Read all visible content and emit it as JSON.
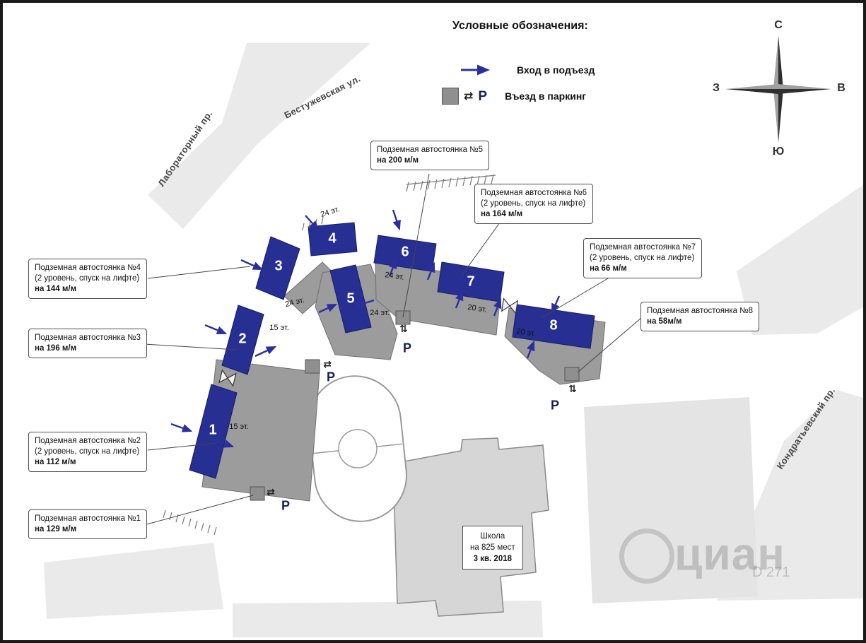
{
  "legend": {
    "title": "Условные обозначения:",
    "entrance_label": "Вход в подъезд",
    "parking_label": "Въезд в паркинг",
    "parking_symbol": "Р"
  },
  "compass": {
    "n": "С",
    "e": "В",
    "s": "Ю",
    "w": "З"
  },
  "streets": {
    "top": "Бестужевская ул.",
    "left": "Лабораторный пр.",
    "right": "Кондратьевский пр."
  },
  "buildings": [
    "1",
    "2",
    "3",
    "4",
    "5",
    "6",
    "7",
    "8"
  ],
  "floors": [
    "24 эт.",
    "24 эт.",
    "24 эт.",
    "24 эт.",
    "15 эт.",
    "15 эт.",
    "20 эт.",
    "20 эт."
  ],
  "callouts": [
    {
      "title": "Подземная автостоянка №1",
      "capacity": "на 129 м/м"
    },
    {
      "title": "Подземная автостоянка №2",
      "note": "(2 уровень, спуск на лифте)",
      "capacity": "на 112 м/м"
    },
    {
      "title": "Подземная автостоянка №3",
      "capacity": "на 196 м/м"
    },
    {
      "title": "Подземная автостоянка №4",
      "note": "(2 уровень, спуск на лифте)",
      "capacity": "на 144 м/м"
    },
    {
      "title": "Подземная автостоянка №5",
      "capacity": "на 200 м/м"
    },
    {
      "title": "Подземная автостоянка №6",
      "note": "(2 уровень, спуск на лифте)",
      "capacity": "на 164 м/м"
    },
    {
      "title": "Подземная автостоянка №7",
      "note": "(2 уровень, спуск на лифте)",
      "capacity": "на 66 м/м"
    },
    {
      "title": "Подземная автостоянка №8",
      "capacity": "на 58м/м"
    }
  ],
  "school": {
    "line1": "Школа",
    "line2": "на 825 мест",
    "line3": "3 кв. 2018"
  },
  "map_parking_symbol": "Р",
  "exchange_icon": "⇄",
  "exchange_icon_vertical": "⇅",
  "watermark": {
    "text": "циан",
    "id": "D 271"
  },
  "colors": {
    "navy": "#272f93",
    "arrow_blue": "#2b2f9e",
    "mid_gray": "#9c9c9c",
    "block_gray": "#eaeaea"
  }
}
